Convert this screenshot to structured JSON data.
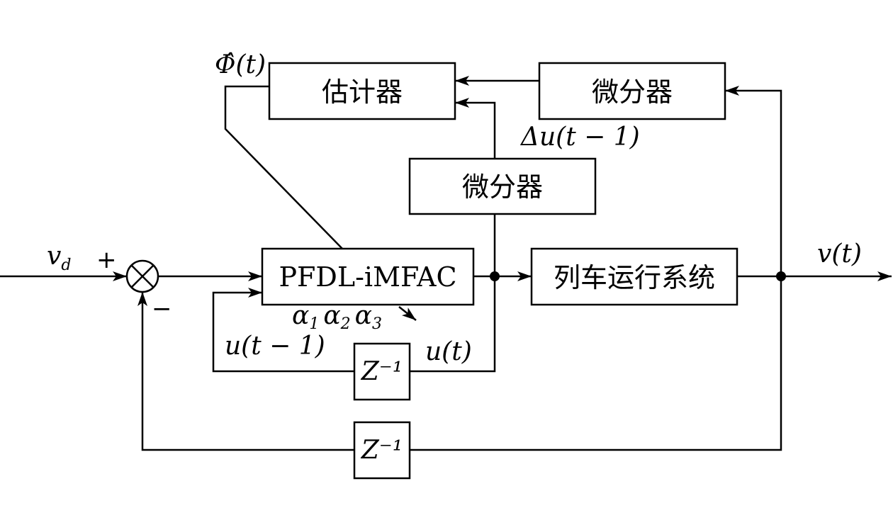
{
  "blocks": {
    "estimator": "估计器",
    "differentiator_top": "微分器",
    "differentiator_mid": "微分器",
    "controller": "PFDL-iMFAC",
    "plant": "列车运行系统",
    "delay_inner": "Z⁻¹",
    "delay_outer": "Z⁻¹"
  },
  "labels": {
    "phi_hat": "Φ̂(t)",
    "delta_u": "Δu(t − 1)",
    "reference": "v_d",
    "reference_main": "v",
    "reference_sub": "d",
    "plus_sign": "+",
    "minus_sign": "−",
    "output": "v(t)",
    "control_signal": "u(t)",
    "control_prev": "u(t − 1)",
    "params": "α₁ α₂ α₃",
    "alpha1": "α",
    "alpha1_sub": "1",
    "alpha2": "α",
    "alpha2_sub": "2",
    "alpha3": "α",
    "alpha3_sub": "3"
  }
}
